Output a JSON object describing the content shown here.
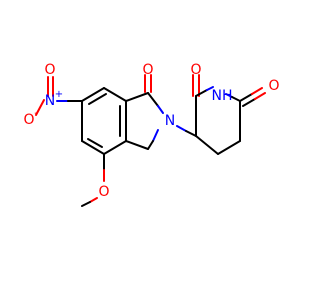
{
  "molecule": {
    "atoms": {
      "nitro_o_minus": "O",
      "nitro_minus_sign": "-",
      "nitro_n": "N",
      "nitro_plus_sign": "+",
      "nitro_o_double": "O",
      "lactam_o": "O",
      "isoindolinone_n": "N",
      "methoxy_o": "O",
      "imide_o_upper": "O",
      "imide_nh": "NH",
      "imide_o_right": "O"
    },
    "colors": {
      "carbon_bond": "#000000",
      "oxygen": "#ff0000",
      "nitrogen": "#0000ff"
    }
  }
}
